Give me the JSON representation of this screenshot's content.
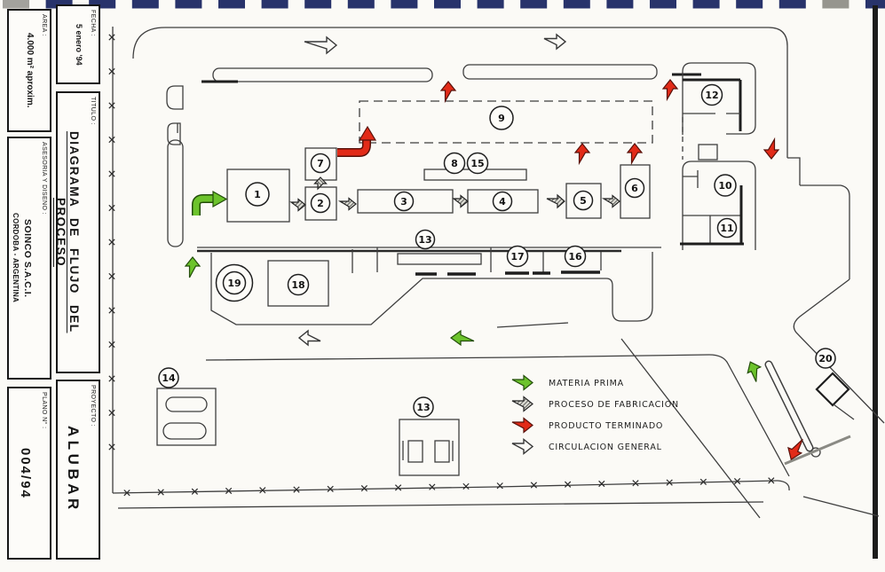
{
  "title_block": {
    "fecha_label": "FECHA :",
    "fecha_value": "5 enero '94",
    "titulo_label": "TITULO :",
    "titulo_value": "DIAGRAMA DE FLUJO DEL PROCESO",
    "proyecto_label": "PROYECTO :",
    "proyecto_value": "ALUBAR",
    "area_label": "AREA :",
    "area_value": "4.000 m² aproxim.",
    "asesoria_label": "ASESORIA Y DISENO :",
    "asesoria_value1": "SOINCO S.A.C.I.",
    "asesoria_value2": "CORDOBA - ARGENTINA",
    "plano_label": "PLANO N° :",
    "plano_value": "004/94"
  },
  "legend": {
    "materia_prima": "MATERIA PRIMA",
    "proceso": "PROCESO DE FABRICACION",
    "producto": "PRODUCTO TERMINADO",
    "circulacion": "CIRCULACION GENERAL"
  },
  "stations": {
    "s1": "1",
    "s2": "2",
    "s3": "3",
    "s4": "4",
    "s5": "5",
    "s6": "6",
    "s7": "7",
    "s8": "8",
    "s9": "9",
    "s10": "10",
    "s11": "11",
    "s12": "12",
    "s13a": "13",
    "s13b": "13",
    "s14": "14",
    "s15": "15",
    "s16": "16",
    "s17": "17",
    "s18": "18",
    "s19": "19",
    "s20": "20"
  },
  "colors": {
    "materia_prima": "#6cc32c",
    "producto_terminado": "#e22b18",
    "circulacion_general": "#ffffff",
    "proceso_fabricacion": "hatched",
    "binding": "#28336b"
  }
}
